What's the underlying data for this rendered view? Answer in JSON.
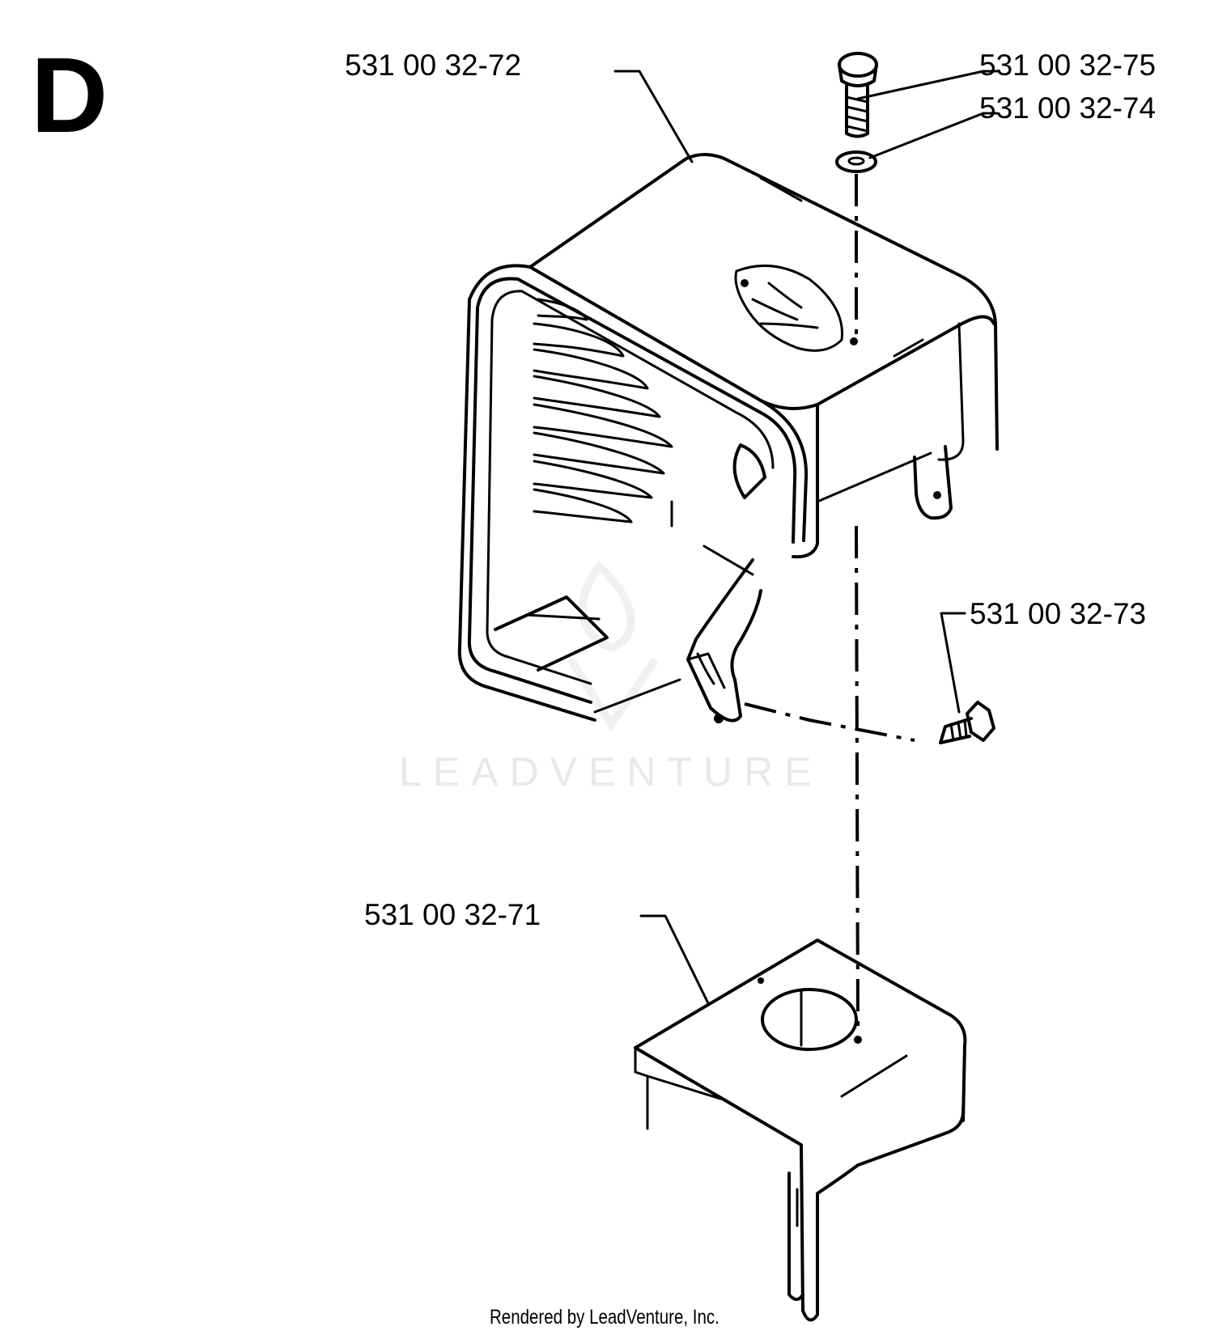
{
  "section_letter": "D",
  "parts": [
    {
      "id": "cover",
      "number": "531 00 32-72"
    },
    {
      "id": "screw",
      "number": "531 00 32-75"
    },
    {
      "id": "washer",
      "number": "531 00 32-74"
    },
    {
      "id": "bolt",
      "number": "531 00 32-73"
    },
    {
      "id": "bracket",
      "number": "531 00 32-71"
    }
  ],
  "watermark": "LEADVENTURE",
  "footer": "Rendered by LeadVenture, Inc."
}
